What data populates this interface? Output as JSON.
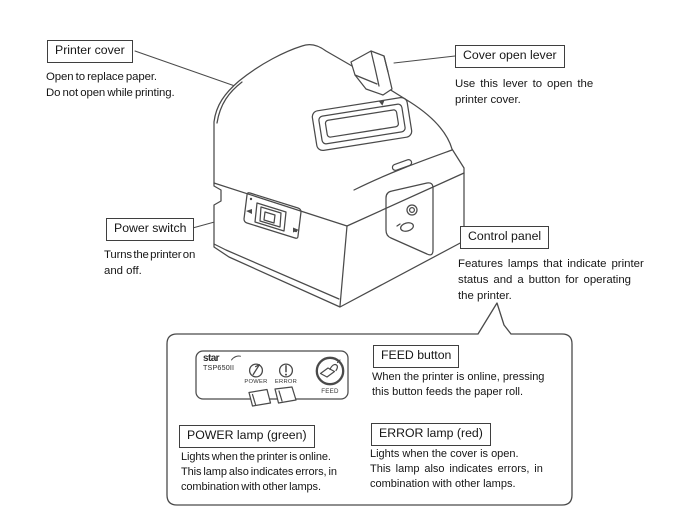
{
  "callouts": {
    "printer_cover": {
      "label": "Printer cover",
      "lines": [
        "Open to replace paper.",
        "Do not open while printing."
      ]
    },
    "cover_open_lever": {
      "label": "Cover open lever",
      "lines": [
        "Use this lever to open the",
        "printer cover."
      ]
    },
    "power_switch": {
      "label": "Power switch",
      "lines": [
        "Turns the printer on",
        "and off."
      ]
    },
    "control_panel": {
      "label": "Control panel",
      "lines": [
        "Features lamps that indicate printer",
        "status and a button for operating",
        "the printer."
      ]
    },
    "feed_button": {
      "label": "FEED button",
      "lines": [
        "When the printer is online, pressing",
        "this button feeds the paper roll."
      ]
    },
    "power_lamp": {
      "label": "POWER lamp (green)",
      "lines": [
        "Lights when the printer is online.",
        "This lamp also indicates errors, in",
        "combination with other lamps."
      ]
    },
    "error_lamp": {
      "label": "ERROR lamp (red)",
      "lines": [
        "Lights when the cover is open.",
        "This lamp also indicates errors, in",
        "combination with other lamps."
      ]
    }
  },
  "control_panel_inset": {
    "brand": "star",
    "model": "TSP650II",
    "power_label": "POWER",
    "error_label": "ERROR",
    "feed_label": "FEED",
    "icons": {
      "power": "power-lamp-icon",
      "error": "error-lamp-icon",
      "feed": "feed-button-icon"
    }
  },
  "colors": {
    "line": "#4a4a4a",
    "text": "#1c1c1c",
    "background": "#ffffff"
  }
}
